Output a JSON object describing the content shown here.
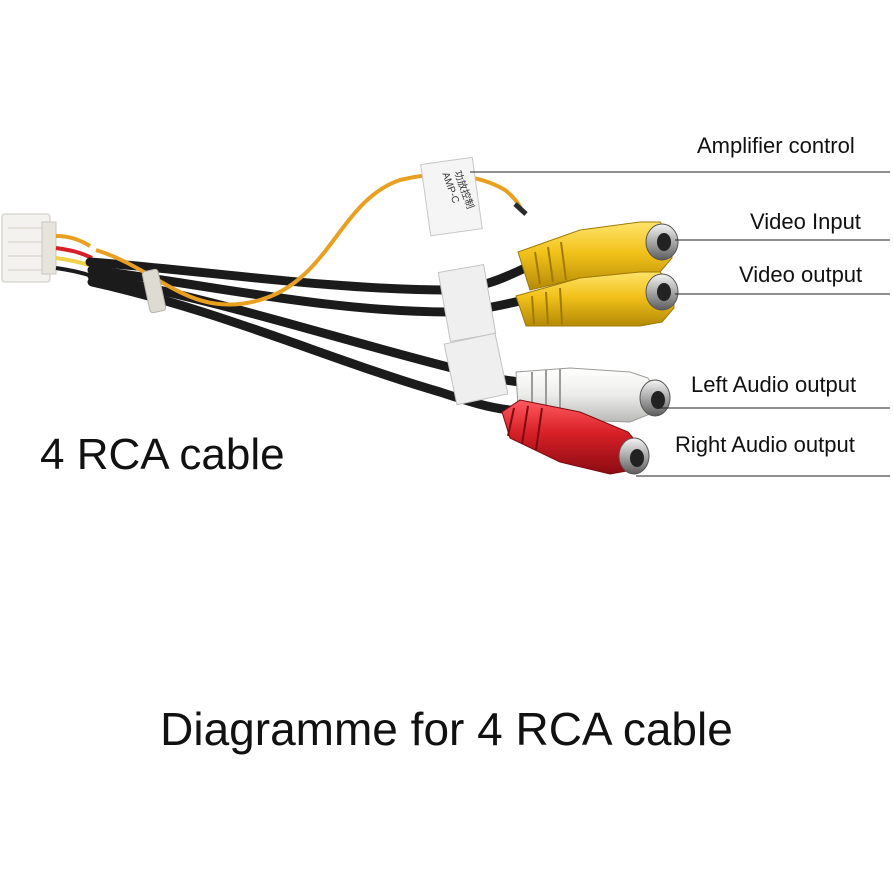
{
  "labels": {
    "amp": "Amplifier control",
    "video_in": "Video Input",
    "video_out": "Video output",
    "audio_left": "Left Audio output",
    "audio_right": "Right Audio output"
  },
  "tags": {
    "amp_tag": "AMP-C",
    "amp_tag_cn": "功放控制"
  },
  "heading": "4 RCA cable",
  "caption": "Diagramme for 4 RCA cable",
  "colors": {
    "yellow": "#f2c21a",
    "white": "#f1f1ef",
    "red": "#d71f26",
    "orange_wire": "#e9a021",
    "black_wire": "#1b1b1b"
  }
}
